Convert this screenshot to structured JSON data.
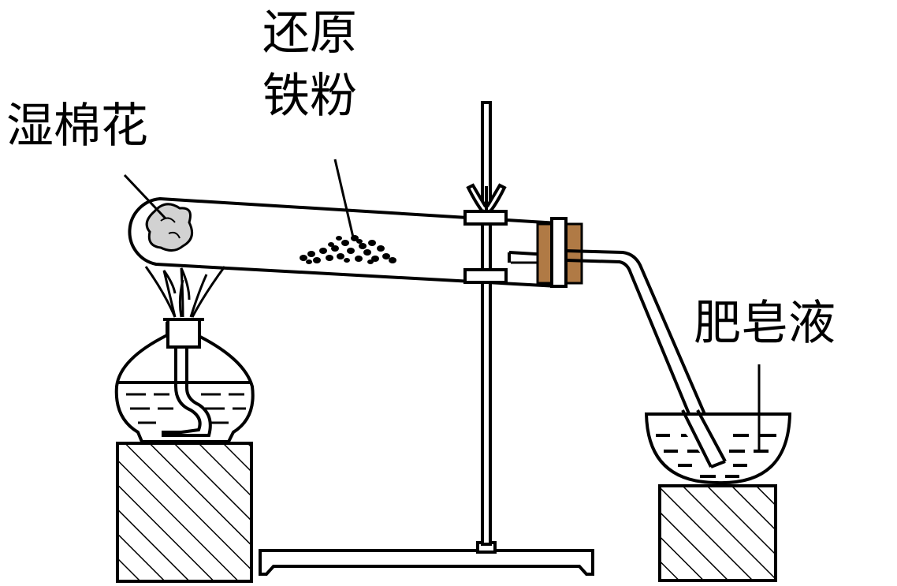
{
  "labels": {
    "cotton": "湿棉花",
    "iron_line1": "还原",
    "iron_line2": "铁粉",
    "soap": "肥皂液"
  },
  "colors": {
    "stroke": "#000000",
    "stopper": "#b07a45",
    "cotton": "#d2d2d2",
    "background": "#ffffff"
  }
}
